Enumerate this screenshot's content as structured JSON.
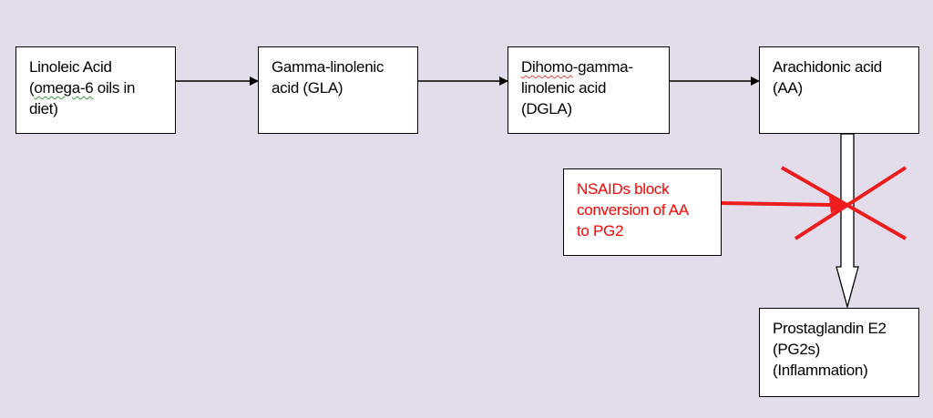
{
  "boxes": {
    "linoleic": {
      "lines": [
        "Linoleic Acid",
        "(omega-6 oils in",
        "diet)"
      ],
      "misspelled": "omega-6"
    },
    "gla": {
      "lines": [
        "Gamma-linolenic",
        "acid (GLA)"
      ]
    },
    "dgla": {
      "lines": [
        "Dihomo-gamma-",
        "linolenic acid",
        "(DGLA)"
      ],
      "misspelled": "Dihomo"
    },
    "aa": {
      "lines": [
        "Arachidonic acid",
        "(AA)"
      ]
    },
    "nsaid": {
      "lines": [
        "NSAIDs block",
        "conversion of AA",
        "to PG2"
      ]
    },
    "pge2": {
      "lines": [
        "Prostaglandin E2",
        "(PG2s)",
        "(Inflammation)"
      ]
    }
  },
  "colors": {
    "background": "#e3dceb",
    "box_fill": "#ffffff",
    "border": "#000000",
    "nsaid_text": "#ff0000",
    "block_mark": "#ee1c1c"
  }
}
